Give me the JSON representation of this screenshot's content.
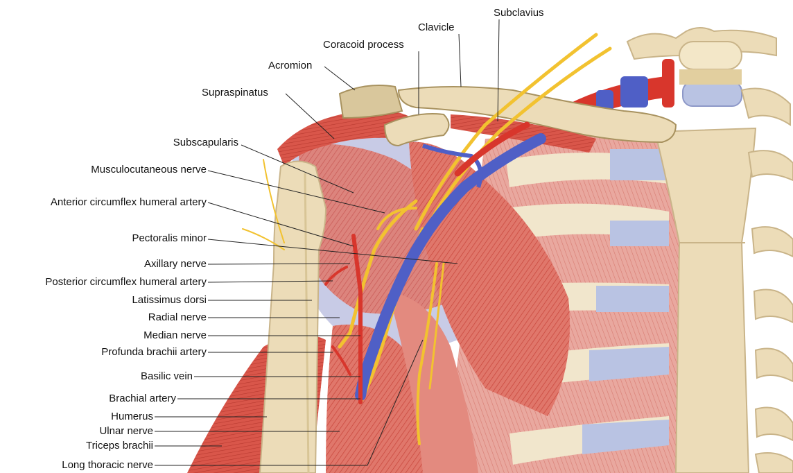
{
  "labels": {
    "subclavius": "Subclavius",
    "clavicle": "Clavicle",
    "coracoid_process": "Coracoid process",
    "acromion": "Acromion",
    "supraspinatus": "Supraspinatus",
    "subscapularis": "Subscapularis",
    "musculocutaneous_nerve": "Musculocutaneous nerve",
    "anterior_circumflex_humeral_artery": "Anterior circumflex humeral artery",
    "pectoralis_minor": "Pectoralis minor",
    "axillary_nerve": "Axillary nerve",
    "posterior_circumflex_humeral_artery": "Posterior circumflex humeral artery",
    "latissimus_dorsi": "Latissimus dorsi",
    "radial_nerve": "Radial nerve",
    "median_nerve": "Median nerve",
    "profunda_brachii_artery": "Profunda brachii artery",
    "basilic_vein": "Basilic vein",
    "brachial_artery": "Brachial artery",
    "humerus": "Humerus",
    "ulnar_nerve": "Ulnar nerve",
    "triceps_brachii": "Triceps brachii",
    "long_thoracic_nerve": "Long thoracic nerve"
  },
  "colors": {
    "muscle": "#d9564a",
    "muscle_light": "#e8998e",
    "bone": "#ecdcb8",
    "bone_shade": "#c9b489",
    "vein": "#4f5fc6",
    "artery": "#d8362c",
    "nerve": "#f2c230",
    "cartilage": "#b9c3e3",
    "leader": "#222222"
  }
}
